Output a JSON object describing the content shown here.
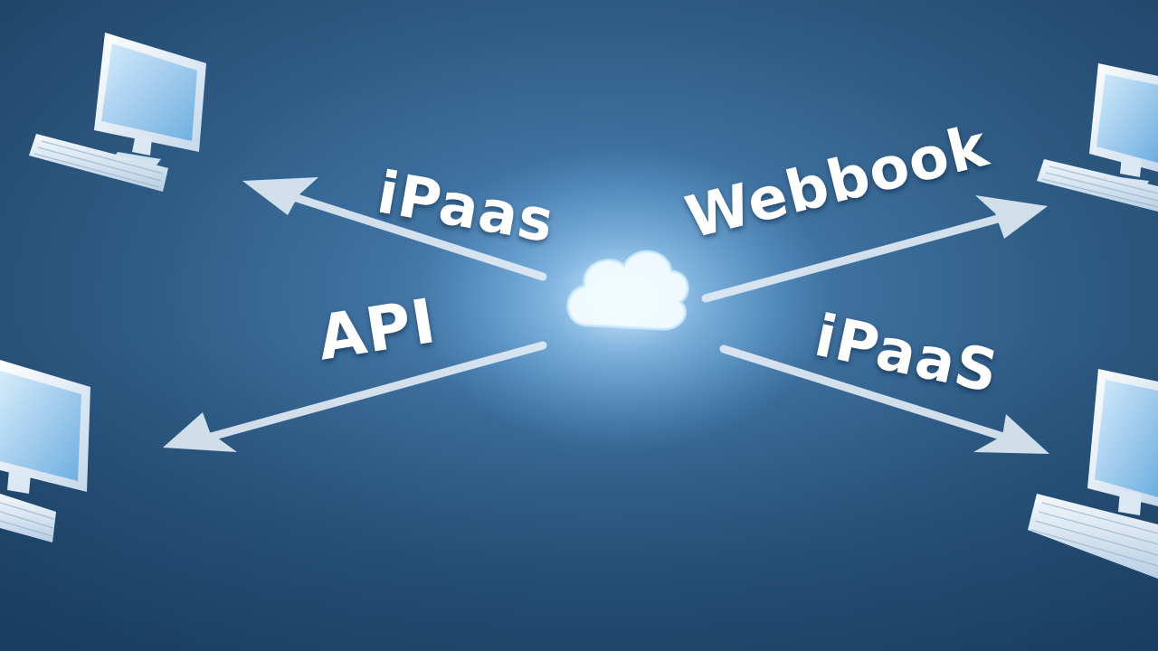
{
  "labels": {
    "ipaas_top": "iPaas",
    "webbook": "Webbook",
    "api": "API",
    "ipaas_bottom": "iPaaS"
  },
  "colors": {
    "background": "#2e5b84",
    "glow": "#cfe9ff",
    "text": "#ffffff",
    "arrow": "#e3edf6"
  },
  "icons": [
    "cloud-icon",
    "computer-icon",
    "arrow-icon"
  ]
}
